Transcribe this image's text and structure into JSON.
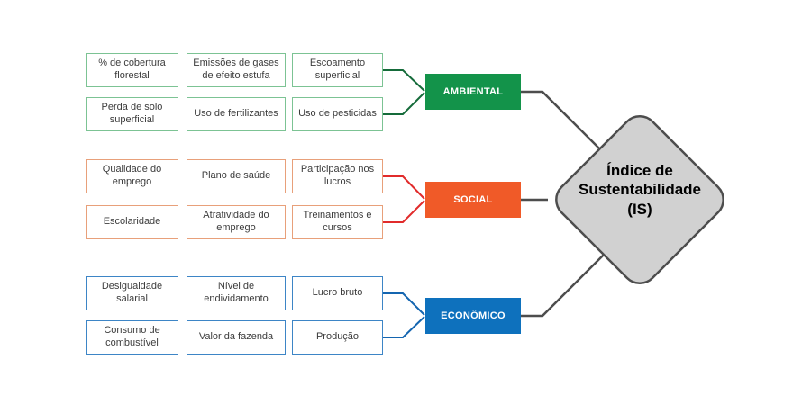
{
  "title": "Índice de Sustentabilidade (IS)",
  "center": {
    "line1": "Índice de",
    "line2": "Sustentabilidade",
    "line3": "(IS)",
    "fill_color": "#d1d1d1",
    "border_color": "#4d4d4d"
  },
  "link_color": "#4d4d4d",
  "groups": [
    {
      "label": "AMBIENTAL",
      "accent_color": "#13934a",
      "box_border_color": "#7cc394",
      "bracket_color": "#156b3a",
      "items": [
        "% de cobertura florestal",
        "Emissões de gases de efeito estufa",
        "Escoamento superficial",
        "Perda de solo superficial",
        "Uso de fertilizantes",
        "Uso de pesticidas"
      ]
    },
    {
      "label": "SOCIAL",
      "accent_color": "#f05a28",
      "box_border_color": "#e8a07a",
      "bracket_color": "#e12b2b",
      "items": [
        "Qualidade do emprego",
        "Plano de saúde",
        "Participação nos lucros",
        "Escolaridade",
        "Atratividade do emprego",
        "Treinamentos e cursos"
      ]
    },
    {
      "label": "ECONÔMICO",
      "accent_color": "#0e71bd",
      "box_border_color": "#3d85c6",
      "bracket_color": "#1465b0",
      "items": [
        "Desigualdade salarial",
        "Nível de endividamento",
        "Lucro bruto",
        "Consumo de combustível",
        "Valor da fazenda",
        "Produção"
      ]
    }
  ]
}
